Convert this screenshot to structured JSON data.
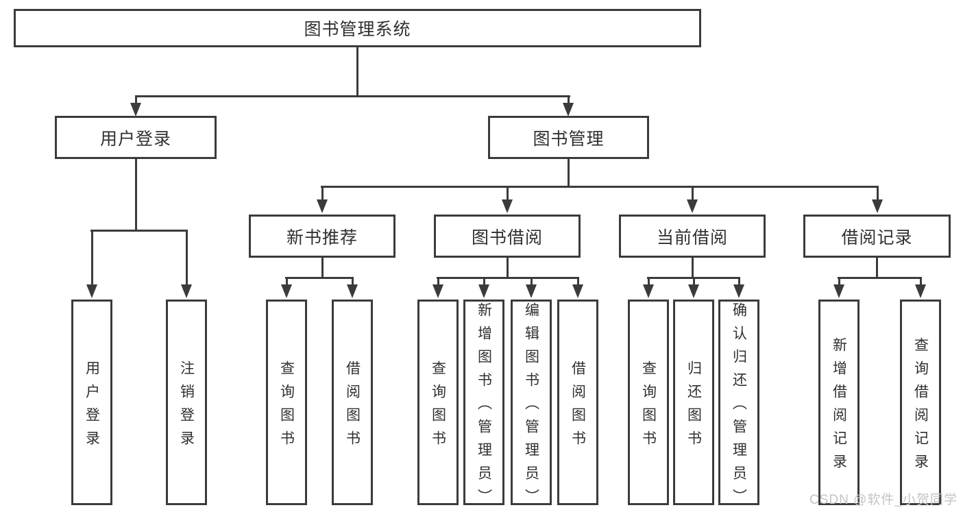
{
  "diagram": {
    "root": {
      "label": "图书管理系统"
    },
    "level2": [
      {
        "label": "用户登录"
      },
      {
        "label": "图书管理"
      }
    ],
    "level3": [
      {
        "label": "新书推荐"
      },
      {
        "label": "图书借阅"
      },
      {
        "label": "当前借阅"
      },
      {
        "label": "借阅记录"
      }
    ],
    "leaves": {
      "user_login": [
        {
          "label": "用户登录"
        },
        {
          "label": "注销登录"
        }
      ],
      "new_book": [
        {
          "label": "查询图书"
        },
        {
          "label": "借阅图书"
        }
      ],
      "book_borrow": [
        {
          "label": "查询图书"
        },
        {
          "label": "新增图书（管理员）"
        },
        {
          "label": "编辑图书（管理员）"
        },
        {
          "label": "借阅图书"
        }
      ],
      "current_borrow": [
        {
          "label": "查询图书"
        },
        {
          "label": "归还图书"
        },
        {
          "label": "确认归还（管理员）"
        }
      ],
      "borrow_record": [
        {
          "label": "新增借阅记录"
        },
        {
          "label": "查询借阅记录"
        }
      ]
    }
  },
  "watermark": {
    "text": "CSDN @软件_小贺同学"
  },
  "colors": {
    "line": "#3b3b3b",
    "text": "#303030",
    "watermark": "#c3c3c3",
    "background": "#ffffff"
  }
}
